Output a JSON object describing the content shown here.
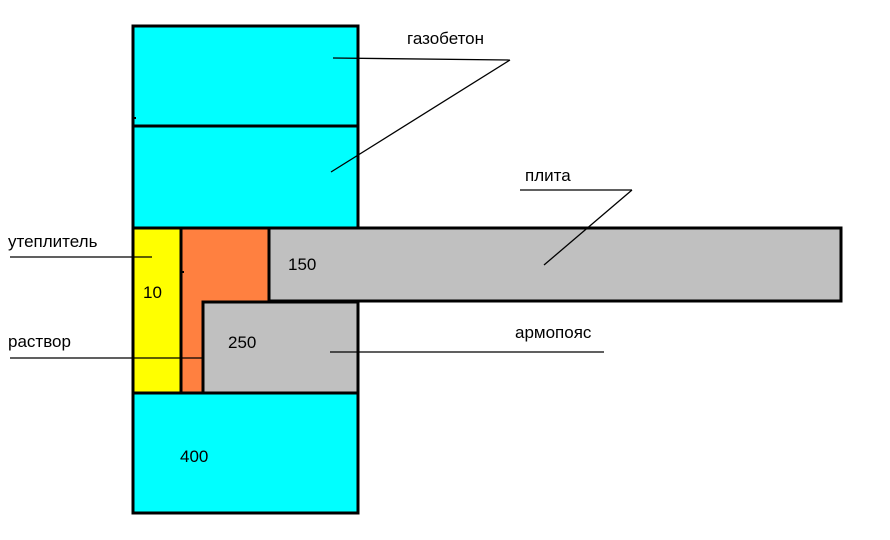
{
  "labels": {
    "gazobeton": "газобетон",
    "plita": "плита",
    "uteplitel": "утеплитель",
    "rastvor": "раствор",
    "armopoyas": "армопояс"
  },
  "dimensions": {
    "slab_thickness": "150",
    "belt_height": "250",
    "insulation_thickness": "10",
    "wall_width": "400"
  },
  "colors": {
    "aerated_concrete": "#00FFFF",
    "slab": "#C0C0C0",
    "belt": "#C0C0C0",
    "insulation": "#FFFF00",
    "mortar": "#FF8040",
    "outline": "#000000"
  }
}
